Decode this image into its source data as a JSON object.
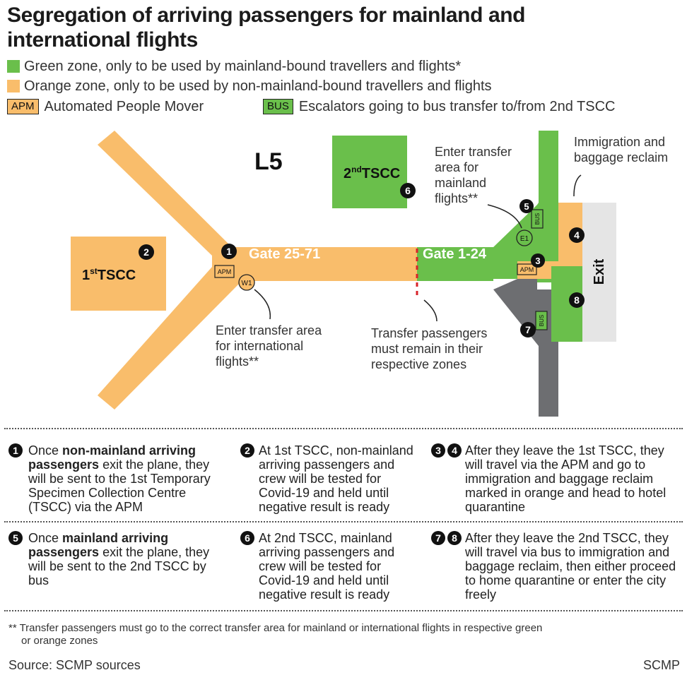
{
  "title": "Segregation of arriving passengers for mainland and international flights",
  "legend": {
    "green": "Green zone, only to be used by mainland-bound travellers and flights*",
    "orange": "Orange zone, only to be used by non-mainland-bound travellers and flights",
    "apm_tag": "APM",
    "apm_text": "Automated People Mover",
    "bus_tag": "BUS",
    "bus_text": "Escalators going to bus transfer to/from 2nd TSCC"
  },
  "colors": {
    "green": "#6abf4b",
    "orange": "#f9bd6b",
    "grey": "#6d6e71",
    "light_grey": "#e5e5e5",
    "red": "#d8232a"
  },
  "map": {
    "level": "L5",
    "tscc1": "TSCC",
    "tscc1_prefix": "1",
    "tscc1_sup": "st",
    "tscc2": "TSCC",
    "tscc2_prefix": "2",
    "tscc2_sup": "nd",
    "gate_orange": "Gate 25-71",
    "gate_green": "Gate 1-24",
    "apm": "APM",
    "bus": "BUS",
    "w1": "W1",
    "e1": "E1",
    "exit": "Exit",
    "markers": [
      "1",
      "2",
      "3",
      "4",
      "5",
      "6",
      "7",
      "8"
    ],
    "callout_w1": [
      "Enter transfer area",
      "for international",
      "flights**"
    ],
    "callout_e1": [
      "Enter transfer",
      "area for",
      "mainland",
      "flights**"
    ],
    "callout_transfer": [
      "Transfer passengers",
      "must remain in their",
      "respective zones"
    ],
    "callout_immigration": [
      "Immigration and",
      "baggage reclaim"
    ]
  },
  "notes": [
    {
      "nums": [
        "1"
      ],
      "pre": "Once ",
      "bold": "non-mainland arriving passengers",
      "post": " exit the plane, they will be sent to the 1st Temporary Specimen Collection Centre (TSCC) via the APM"
    },
    {
      "nums": [
        "2"
      ],
      "pre": "At 1st TSCC, non-mainland arriving passengers and crew will be tested for Covid-19 and held until negative result is ready",
      "bold": "",
      "post": ""
    },
    {
      "nums": [
        "3",
        "4"
      ],
      "pre": "After they leave the 1st TSCC, they will travel via the APM and go to immigration and baggage reclaim marked in orange and head to hotel quarantine",
      "bold": "",
      "post": ""
    },
    {
      "nums": [
        "5"
      ],
      "pre": "Once ",
      "bold": "mainland arriving passengers",
      "post": " exit the plane, they will be sent to the 2nd TSCC by bus"
    },
    {
      "nums": [
        "6"
      ],
      "pre": "At 2nd TSCC, mainland arriving passengers and crew will be tested for Covid-19 and held until negative result is ready",
      "bold": "",
      "post": ""
    },
    {
      "nums": [
        "7",
        "8"
      ],
      "pre": "After they leave the 2nd TSCC, they will travel via bus to immigration and baggage reclaim, then either proceed to home quarantine or enter the city freely",
      "bold": "",
      "post": ""
    }
  ],
  "footnote": "** Transfer passengers must go to the correct transfer area for mainland or international flights in respective green or orange zones",
  "source": "Source: SCMP sources",
  "credit": "SCMP"
}
